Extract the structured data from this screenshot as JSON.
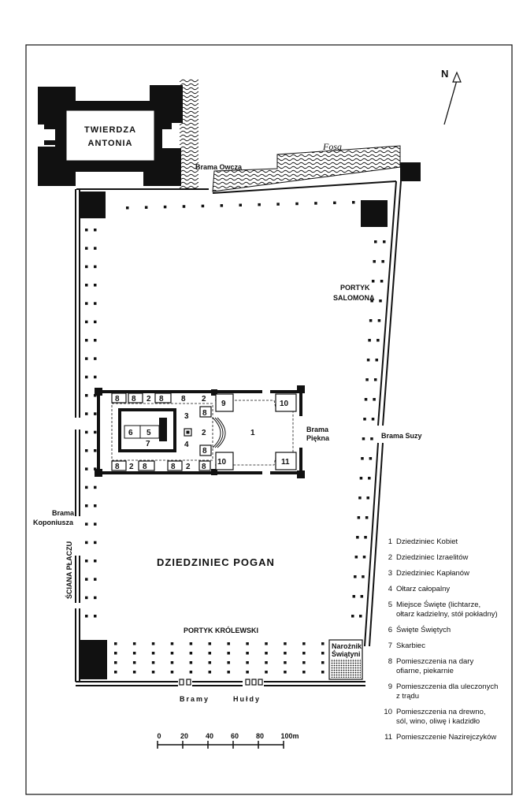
{
  "labels": {
    "fortress_line1": "TWIERDZA",
    "fortress_line2": "ANTONIA",
    "sheep_gate": "Brama Owcza",
    "moat": "Fosa",
    "north": "N",
    "solomon_line1": "PORTYK",
    "solomon_line2": "SALOMONA",
    "beautiful_gate_line1": "Brama",
    "beautiful_gate_line2": "Piękna",
    "susa_gate": "Brama Suzy",
    "coponius_line1": "Brama",
    "coponius_line2": "Koponiusza",
    "wailing_wall": "ŚCIANA PŁACZU",
    "gentiles_court": "DZIEDZINIEC POGAN",
    "royal_portico": "PORTYK KRÓLEWSKI",
    "corner_line1": "Narożnik",
    "corner_line2": "Świątyni",
    "gates_word1": "Bramy",
    "gates_word2": "Hułdy"
  },
  "scale": {
    "ticks": [
      "0",
      "20",
      "40",
      "60",
      "80",
      "100m"
    ]
  },
  "plan_numbers": {
    "n1": "1",
    "n2": "2",
    "n3": "3",
    "n4": "4",
    "n5": "5",
    "n6": "6",
    "n7": "7",
    "n8": "8",
    "n9": "9",
    "n10": "10",
    "n11": "11"
  },
  "legend": [
    {
      "num": "1",
      "lines": [
        "Dziedziniec Kobiet"
      ]
    },
    {
      "num": "2",
      "lines": [
        "Dziedziniec Izraelitów"
      ]
    },
    {
      "num": "3",
      "lines": [
        "Dziedziniec Kapłanów"
      ]
    },
    {
      "num": "4",
      "lines": [
        "Ołtarz całopalny"
      ]
    },
    {
      "num": "5",
      "lines": [
        "Miejsce Święte (lichtarze,",
        "ołtarz kadzielny, stół pokładny)"
      ]
    },
    {
      "num": "6",
      "lines": [
        "Święte Świętych"
      ]
    },
    {
      "num": "7",
      "lines": [
        "Skarbiec"
      ]
    },
    {
      "num": "8",
      "lines": [
        "Pomieszczenia na dary",
        "ofiarne, piekarnie"
      ]
    },
    {
      "num": "9",
      "lines": [
        "Pomieszczenia dla uleczonych",
        "z trądu"
      ]
    },
    {
      "num": "10",
      "lines": [
        "Pomieszczenia na drewno,",
        "sól, wino, oliwę i kadzidło"
      ]
    },
    {
      "num": "11",
      "lines": [
        "Pomieszczenie Nazirejczyków"
      ]
    }
  ]
}
